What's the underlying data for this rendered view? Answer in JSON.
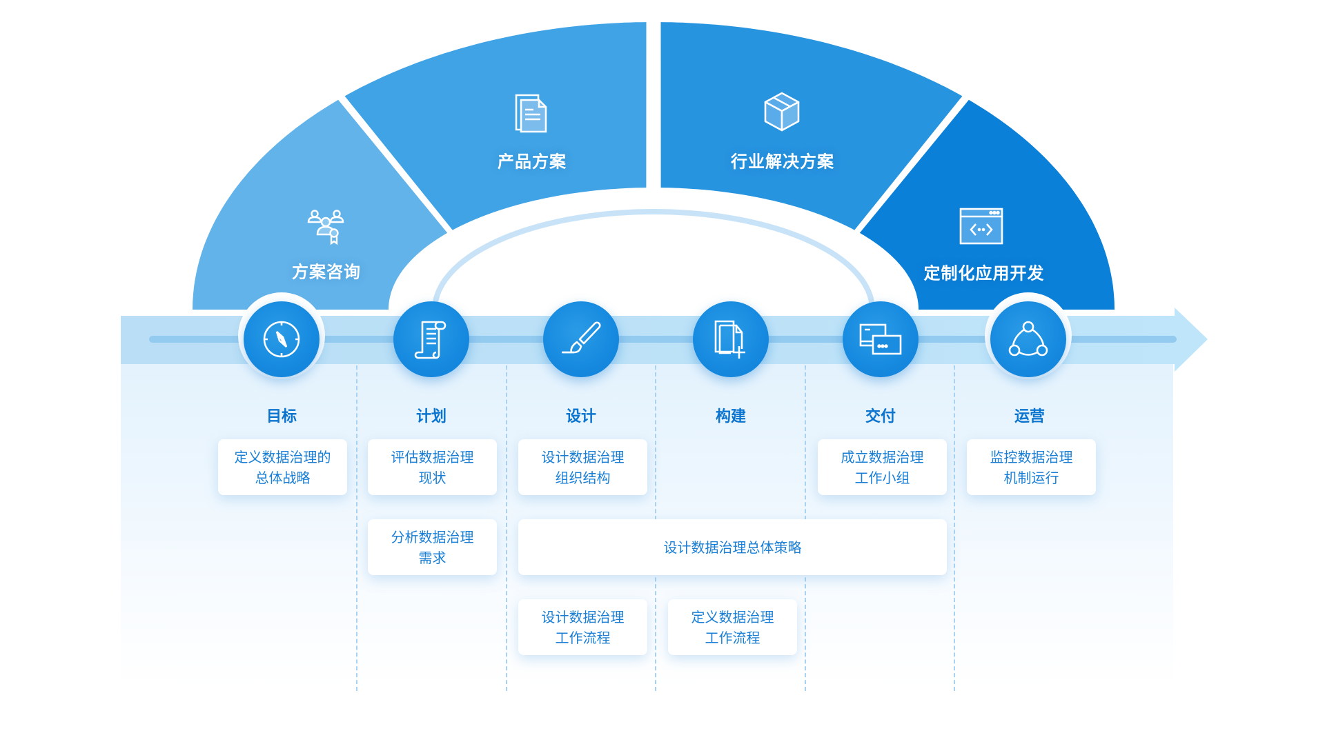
{
  "arc_segments": [
    {
      "label": "方案咨询",
      "icon": "people-award-icon",
      "color": "#62b3ea"
    },
    {
      "label": "产品方案",
      "icon": "documents-icon",
      "color": "#3fa3e5"
    },
    {
      "label": "行业解决方案",
      "icon": "box-icon",
      "color": "#2794e0"
    },
    {
      "label": "定制化应用开发",
      "icon": "code-window-icon",
      "color": "#0b80d9"
    }
  ],
  "stages": [
    {
      "label": "目标",
      "icon": "compass-icon"
    },
    {
      "label": "计划",
      "icon": "scroll-icon"
    },
    {
      "label": "设计",
      "icon": "paintbrush-icon"
    },
    {
      "label": "构建",
      "icon": "file-add-icon"
    },
    {
      "label": "交付",
      "icon": "windows-icon"
    },
    {
      "label": "运营",
      "icon": "network-icon"
    }
  ],
  "cards": {
    "goal_1": [
      "定义数据治理的",
      "总体战略"
    ],
    "plan_1": [
      "评估数据治理",
      "现状"
    ],
    "plan_2": [
      "分析数据治理",
      "需求"
    ],
    "design_1": [
      "设计数据治理",
      "组织结构"
    ],
    "design_strategy": [
      "设计数据治理总体策略"
    ],
    "design_2": [
      "设计数据治理",
      "工作流程"
    ],
    "build_1": [
      "定义数据治理",
      "工作流程"
    ],
    "deliver_1": [
      "成立数据治理",
      "工作小组"
    ],
    "operate_1": [
      "监控数据治理",
      "机制运行"
    ]
  },
  "colors": {
    "accent": "#0b74cf",
    "card_text": "#1a7fd4",
    "band": "#b9def5",
    "band_line": "#93caef"
  }
}
